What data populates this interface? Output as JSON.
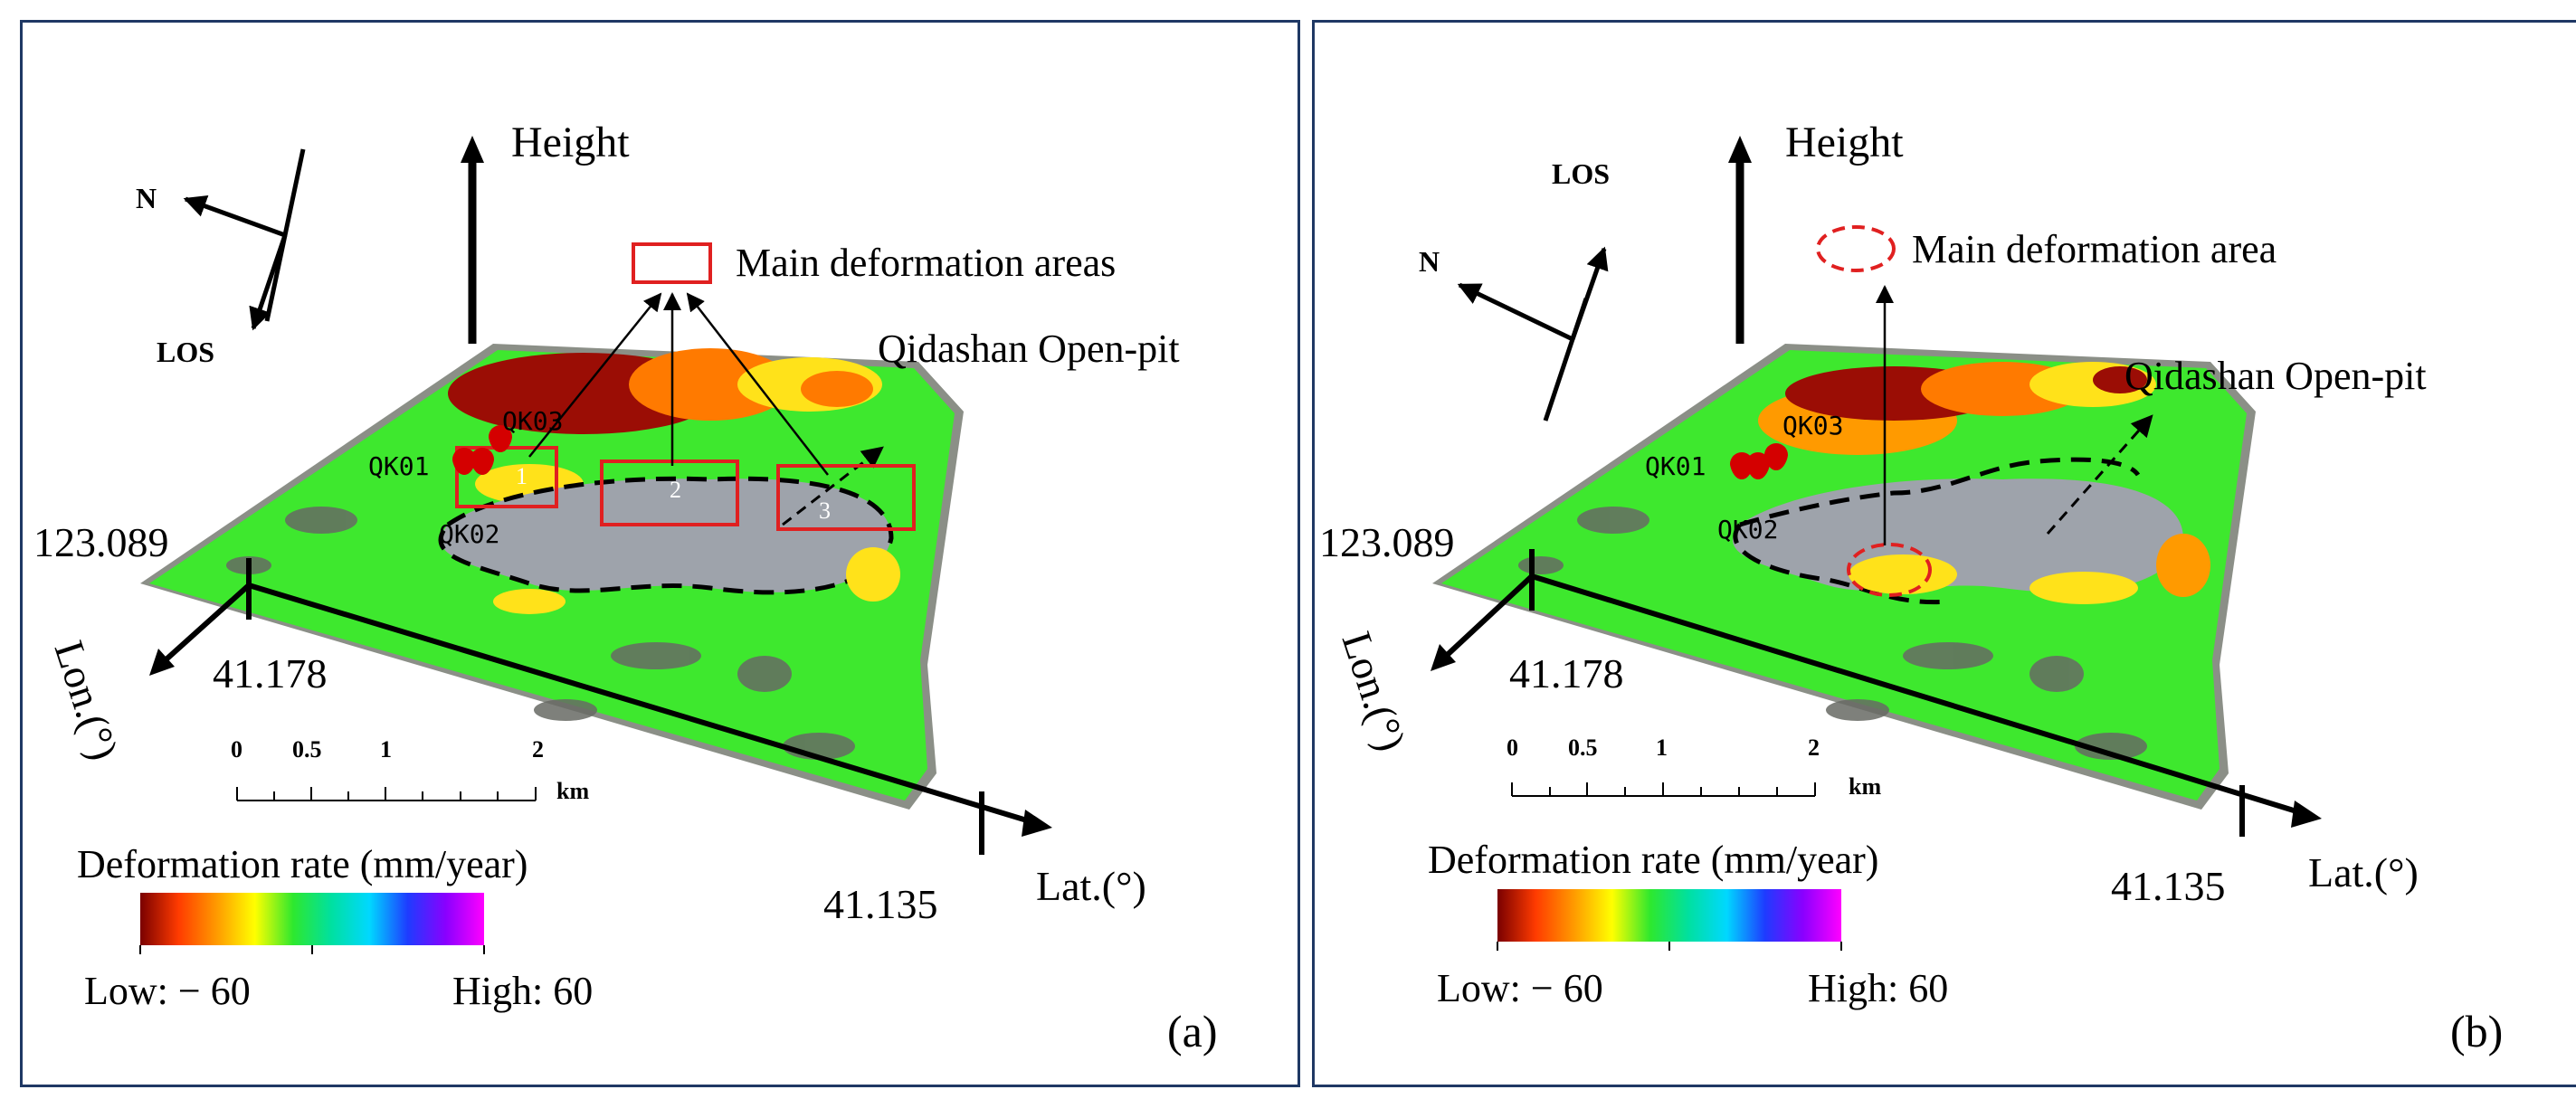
{
  "panels": [
    {
      "id": "a",
      "panel_label": "(a)",
      "axis_height_label": "Height",
      "compass": {
        "north": "N",
        "los": "LOS"
      },
      "legend_title": "Main deformation areas",
      "legend_shape": "rectangle",
      "target_label": "Qidashan Open-pit",
      "lon_value": "123.089",
      "lat_value_near": "41.178",
      "lat_value_far": "41.135",
      "lon_axis_label": "Lon.(°)",
      "lat_axis_label": "Lat.(°)",
      "stations": [
        "QK01",
        "QK02",
        "QK03"
      ],
      "area_numbers": [
        "1",
        "2",
        "3"
      ],
      "scale": {
        "ticks": [
          "0",
          "0.5",
          "1",
          "2"
        ],
        "unit": "km"
      },
      "colorbar": {
        "title": "Deformation rate (mm/year)",
        "low": "Low: − 60",
        "high": "High: 60"
      }
    },
    {
      "id": "b",
      "panel_label": "(b)",
      "axis_height_label": "Height",
      "compass": {
        "north": "N",
        "los": "LOS"
      },
      "legend_title": "Main deformation area",
      "legend_shape": "ellipse",
      "target_label": "Qidashan Open-pit",
      "lon_value": "123.089",
      "lat_value_near": "41.178",
      "lat_value_far": "41.135",
      "lon_axis_label": "Lon.(°)",
      "lat_axis_label": "Lat.(°)",
      "stations": [
        "QK01",
        "QK02",
        "QK03"
      ],
      "area_numbers": [],
      "scale": {
        "ticks": [
          "0",
          "0.5",
          "1",
          "2"
        ],
        "unit": "km"
      },
      "colorbar": {
        "title": "Deformation rate (mm/year)",
        "low": "Low: − 60",
        "high": "High: 60"
      }
    }
  ],
  "colors": {
    "border": "#1f3864",
    "highlight_red": "#e02020",
    "terrain_green": "#3ee82e",
    "pit_gray": "#9ea3ab",
    "deform_dark": "#9b0d05",
    "deform_orange": "#ff7a00",
    "deform_yellow": "#ffe21a"
  },
  "colorbar_stops": [
    "#7a0000",
    "#ff3b00",
    "#ff9a00",
    "#ffff00",
    "#2ee82e",
    "#00e0a0",
    "#00d8ff",
    "#1e3cff",
    "#8a00ff",
    "#ff00ff"
  ]
}
